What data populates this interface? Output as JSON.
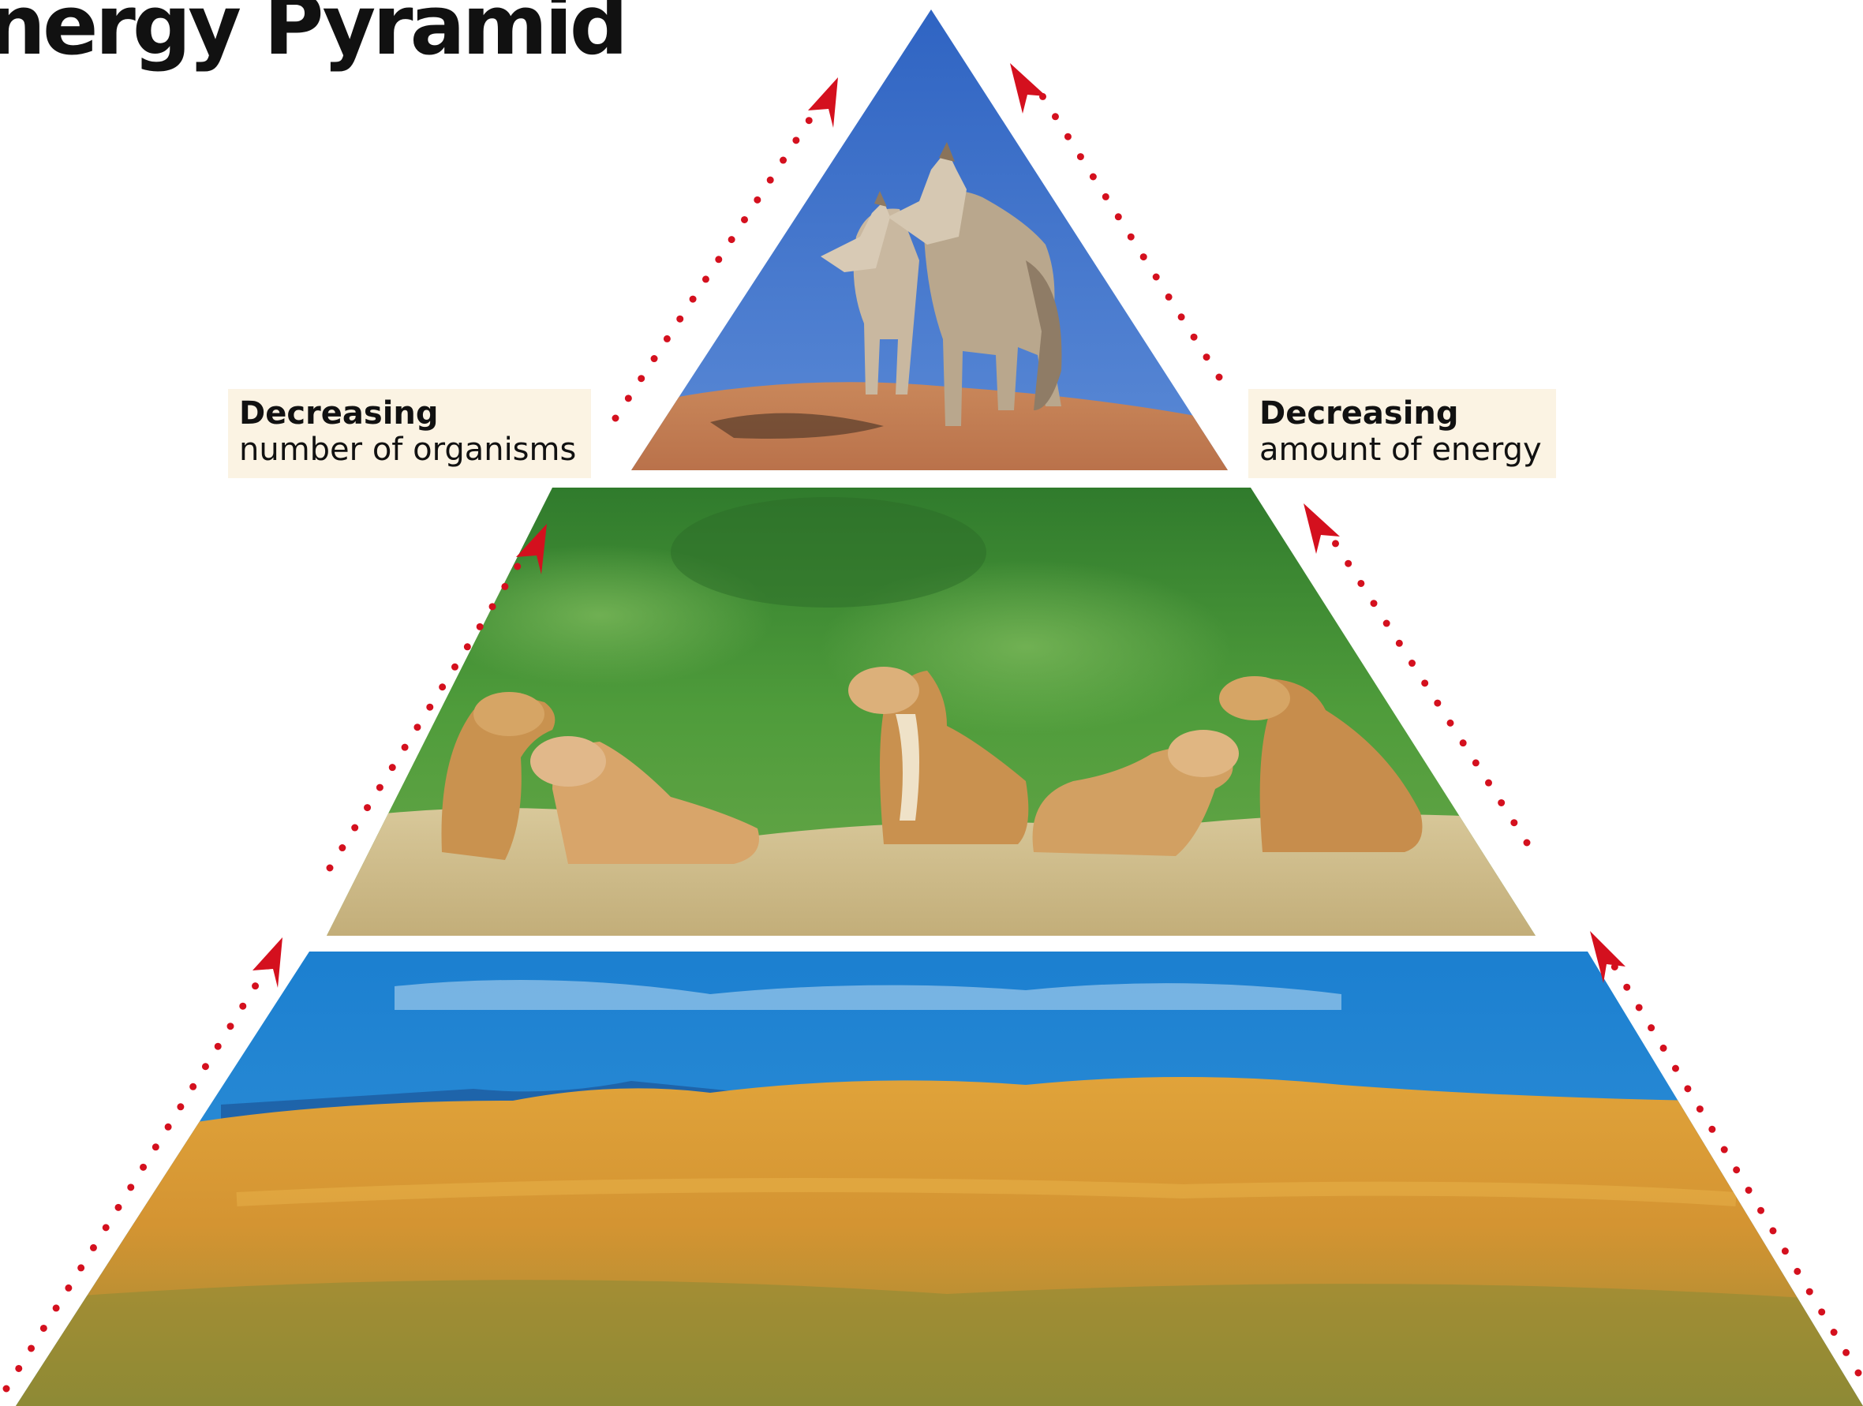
{
  "title": "nergy Pyramid",
  "left_label": {
    "line1": "Decreasing",
    "line2": "number of organisms"
  },
  "right_label": {
    "line1": "Decreasing",
    "line2": "amount of energy"
  },
  "tiers": [
    {
      "level": "top",
      "depicts": "two wolves standing on a sandy mound against a blue sky"
    },
    {
      "level": "middle",
      "depicts": "prairie dogs on a sandy burrow in front of green vegetation"
    },
    {
      "level": "bottom",
      "depicts": "golden prairie grass under a blue sky"
    }
  ],
  "colors": {
    "arrow_dots": "#d4101e",
    "label_background": "#fbf3e3",
    "sky": "#3f73c8",
    "grass": "#d59a2d",
    "vegetation": "#4f9a3a"
  }
}
